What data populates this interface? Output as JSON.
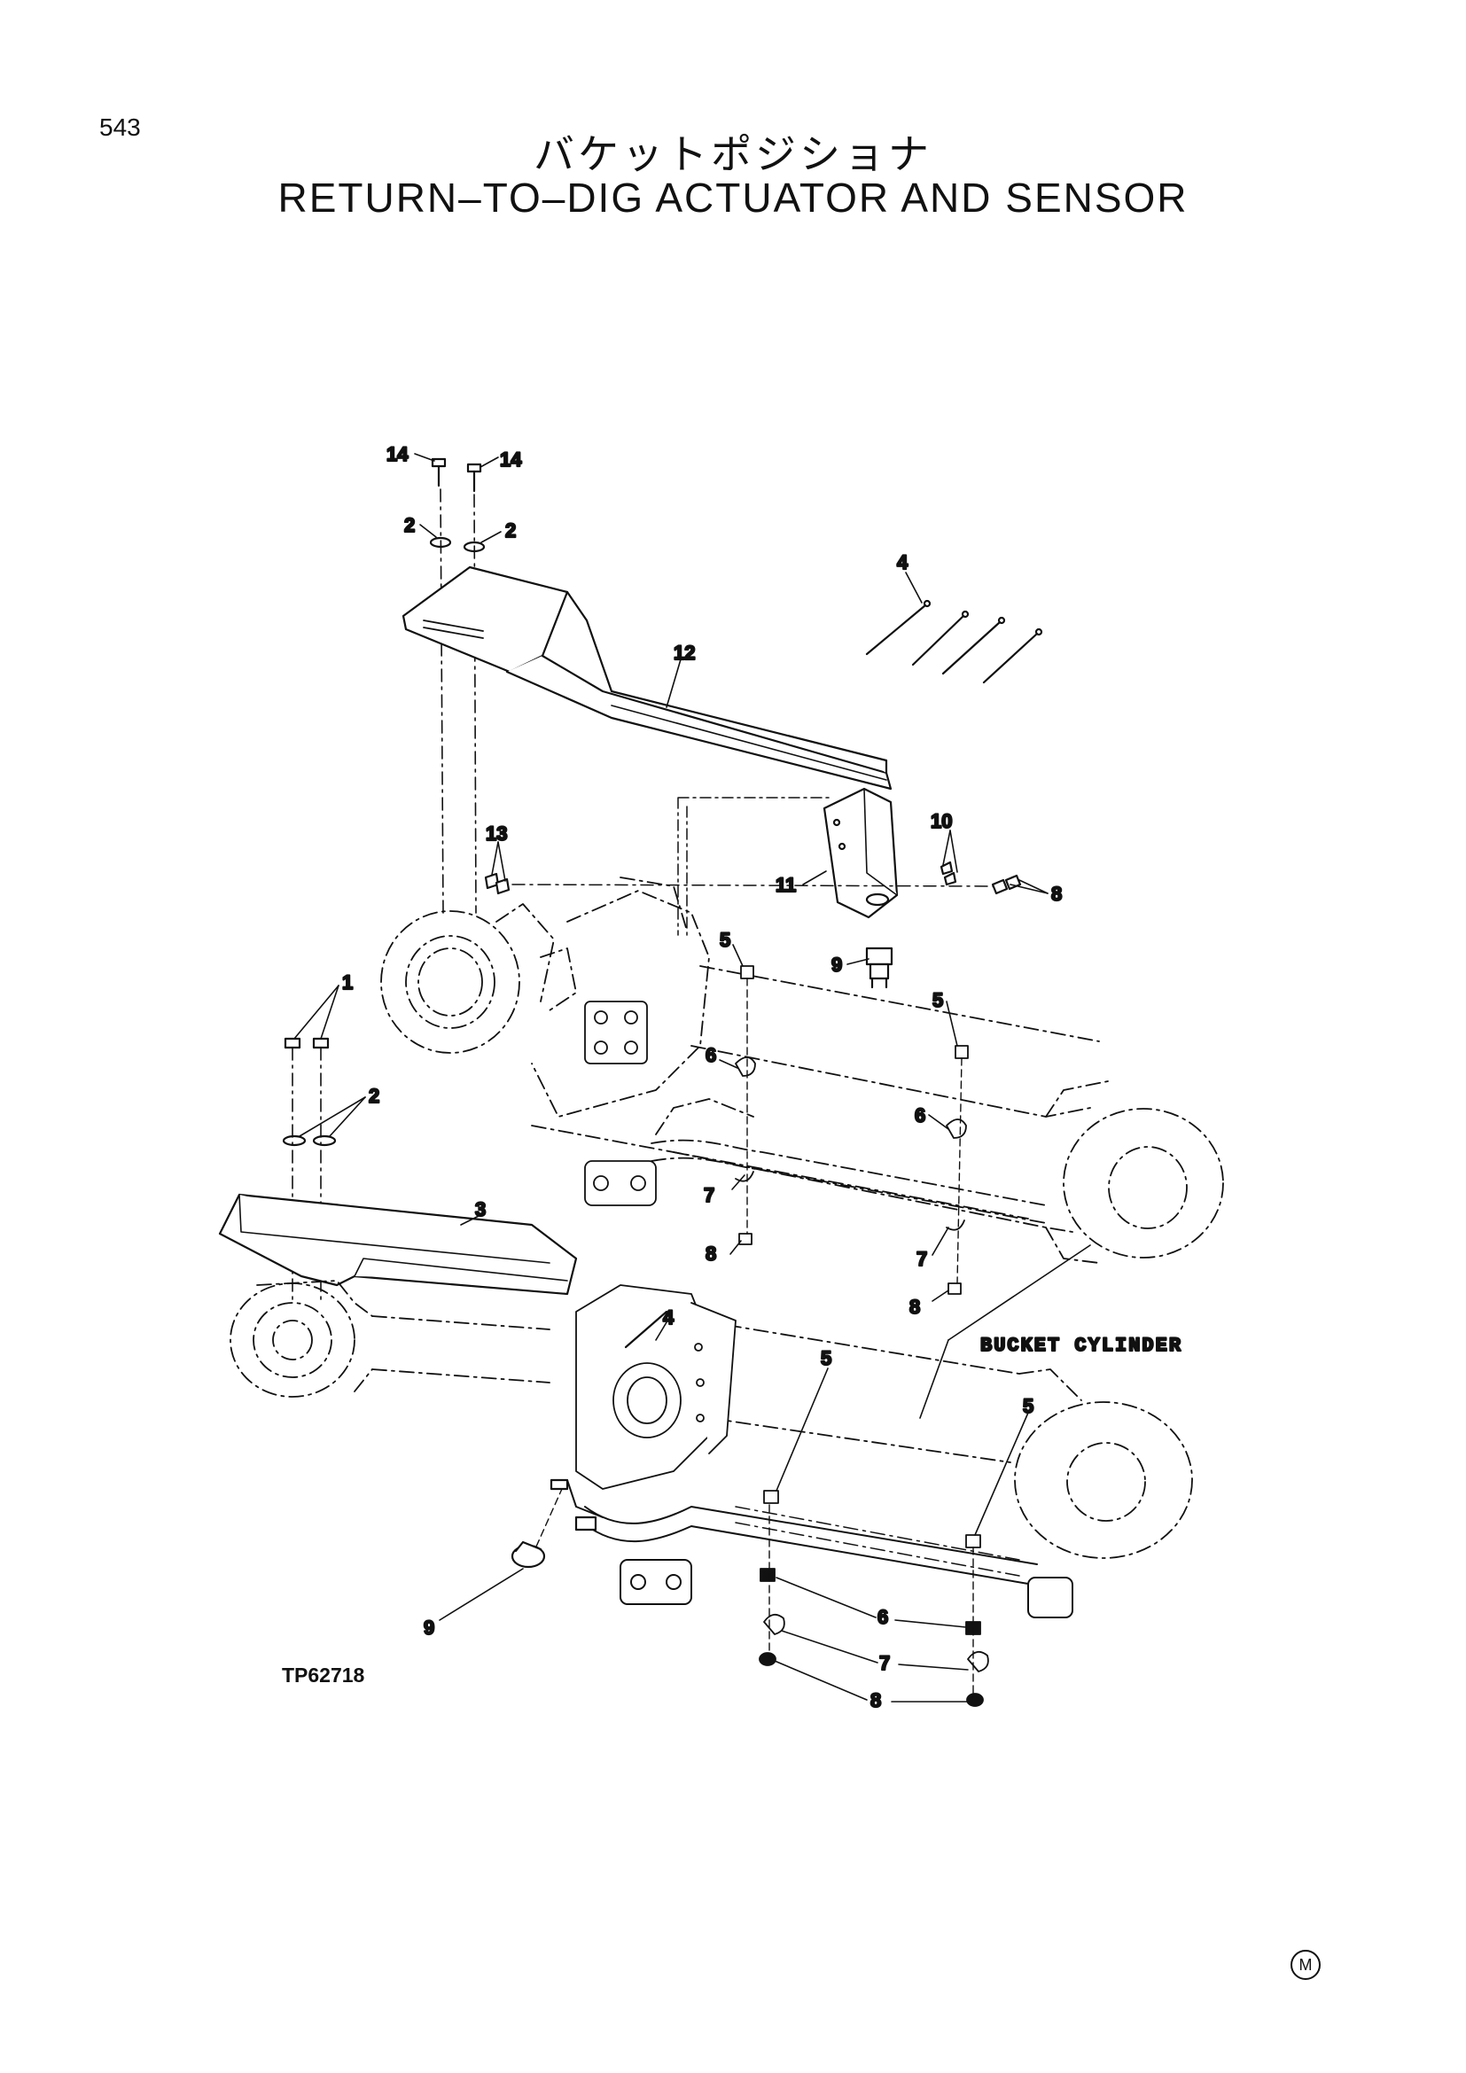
{
  "page": {
    "number": "543",
    "title_jp": "バケットポジショナ",
    "title_en": "RETURN–TO–DIG ACTUATOR AND SENSOR"
  },
  "diagram": {
    "reference_code": "TP62718",
    "callouts": {
      "c1": "1",
      "c2a": "2",
      "c2b": "2",
      "c2c": "2",
      "c3": "3",
      "c4a": "4",
      "c4b": "4",
      "c5a": "5",
      "c5b": "5",
      "c5c": "5",
      "c5d": "5",
      "c6a": "6",
      "c6b": "6",
      "c6c": "6",
      "c7a": "7",
      "c7b": "7",
      "c7c": "7",
      "c8a": "8",
      "c8b": "8",
      "c8c": "8",
      "c8d": "8",
      "c9a": "9",
      "c9b": "9",
      "c10": "10",
      "c11": "11",
      "c12": "12",
      "c13": "13",
      "c14a": "14",
      "c14b": "14"
    },
    "bucket_cylinder_label": "BUCKET CYLINDER"
  },
  "footer": {
    "mark": "M"
  }
}
